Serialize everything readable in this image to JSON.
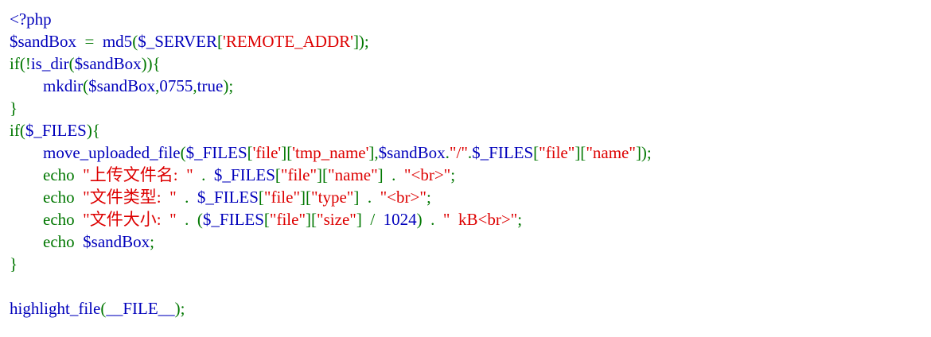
{
  "colors": {
    "default": "#0000bb",
    "keyword": "#007700",
    "string": "#dd0000",
    "background": "#ffffff"
  },
  "code": {
    "lines": [
      [
        {
          "text": "<?php",
          "kind": "default"
        }
      ],
      [
        {
          "text": "$sandBox",
          "kind": "default"
        },
        {
          "text": "  =  ",
          "kind": "keyword"
        },
        {
          "text": "md5",
          "kind": "default"
        },
        {
          "text": "(",
          "kind": "keyword"
        },
        {
          "text": "$_SERVER",
          "kind": "default"
        },
        {
          "text": "[",
          "kind": "keyword"
        },
        {
          "text": "'REMOTE_ADDR'",
          "kind": "string"
        },
        {
          "text": "]);",
          "kind": "keyword"
        }
      ],
      [
        {
          "text": "if(!",
          "kind": "keyword"
        },
        {
          "text": "is_dir",
          "kind": "default"
        },
        {
          "text": "(",
          "kind": "keyword"
        },
        {
          "text": "$sandBox",
          "kind": "default"
        },
        {
          "text": ")){",
          "kind": "keyword"
        }
      ],
      [
        {
          "text": "        ",
          "kind": "keyword"
        },
        {
          "text": "mkdir",
          "kind": "default"
        },
        {
          "text": "(",
          "kind": "keyword"
        },
        {
          "text": "$sandBox",
          "kind": "default"
        },
        {
          "text": ",",
          "kind": "keyword"
        },
        {
          "text": "0755",
          "kind": "default"
        },
        {
          "text": ",",
          "kind": "keyword"
        },
        {
          "text": "true",
          "kind": "default"
        },
        {
          "text": ");",
          "kind": "keyword"
        }
      ],
      [
        {
          "text": "}",
          "kind": "keyword"
        }
      ],
      [
        {
          "text": "if(",
          "kind": "keyword"
        },
        {
          "text": "$_FILES",
          "kind": "default"
        },
        {
          "text": "){",
          "kind": "keyword"
        }
      ],
      [
        {
          "text": "        ",
          "kind": "keyword"
        },
        {
          "text": "move_uploaded_file",
          "kind": "default"
        },
        {
          "text": "(",
          "kind": "keyword"
        },
        {
          "text": "$_FILES",
          "kind": "default"
        },
        {
          "text": "[",
          "kind": "keyword"
        },
        {
          "text": "'file'",
          "kind": "string"
        },
        {
          "text": "][",
          "kind": "keyword"
        },
        {
          "text": "'tmp_name'",
          "kind": "string"
        },
        {
          "text": "],",
          "kind": "keyword"
        },
        {
          "text": "$sandBox",
          "kind": "default"
        },
        {
          "text": ".",
          "kind": "keyword"
        },
        {
          "text": "\"/\"",
          "kind": "string"
        },
        {
          "text": ".",
          "kind": "keyword"
        },
        {
          "text": "$_FILES",
          "kind": "default"
        },
        {
          "text": "[",
          "kind": "keyword"
        },
        {
          "text": "\"file\"",
          "kind": "string"
        },
        {
          "text": "][",
          "kind": "keyword"
        },
        {
          "text": "\"name\"",
          "kind": "string"
        },
        {
          "text": "]);",
          "kind": "keyword"
        }
      ],
      [
        {
          "text": "        echo  ",
          "kind": "keyword"
        },
        {
          "text": "\"上传文件名:  \"",
          "kind": "string"
        },
        {
          "text": "  .  ",
          "kind": "keyword"
        },
        {
          "text": "$_FILES",
          "kind": "default"
        },
        {
          "text": "[",
          "kind": "keyword"
        },
        {
          "text": "\"file\"",
          "kind": "string"
        },
        {
          "text": "][",
          "kind": "keyword"
        },
        {
          "text": "\"name\"",
          "kind": "string"
        },
        {
          "text": "]  .  ",
          "kind": "keyword"
        },
        {
          "text": "\"<br>\"",
          "kind": "string"
        },
        {
          "text": ";",
          "kind": "keyword"
        }
      ],
      [
        {
          "text": "        echo  ",
          "kind": "keyword"
        },
        {
          "text": "\"文件类型:  \"",
          "kind": "string"
        },
        {
          "text": "  .  ",
          "kind": "keyword"
        },
        {
          "text": "$_FILES",
          "kind": "default"
        },
        {
          "text": "[",
          "kind": "keyword"
        },
        {
          "text": "\"file\"",
          "kind": "string"
        },
        {
          "text": "][",
          "kind": "keyword"
        },
        {
          "text": "\"type\"",
          "kind": "string"
        },
        {
          "text": "]  .  ",
          "kind": "keyword"
        },
        {
          "text": "\"<br>\"",
          "kind": "string"
        },
        {
          "text": ";",
          "kind": "keyword"
        }
      ],
      [
        {
          "text": "        echo  ",
          "kind": "keyword"
        },
        {
          "text": "\"文件大小:  \"",
          "kind": "string"
        },
        {
          "text": "  .  (",
          "kind": "keyword"
        },
        {
          "text": "$_FILES",
          "kind": "default"
        },
        {
          "text": "[",
          "kind": "keyword"
        },
        {
          "text": "\"file\"",
          "kind": "string"
        },
        {
          "text": "][",
          "kind": "keyword"
        },
        {
          "text": "\"size\"",
          "kind": "string"
        },
        {
          "text": "]  /  ",
          "kind": "keyword"
        },
        {
          "text": "1024",
          "kind": "default"
        },
        {
          "text": ")  .  ",
          "kind": "keyword"
        },
        {
          "text": "\"  kB<br>\"",
          "kind": "string"
        },
        {
          "text": ";",
          "kind": "keyword"
        }
      ],
      [
        {
          "text": "        echo  ",
          "kind": "keyword"
        },
        {
          "text": "$sandBox",
          "kind": "default"
        },
        {
          "text": ";",
          "kind": "keyword"
        }
      ],
      [
        {
          "text": "}",
          "kind": "keyword"
        }
      ],
      [],
      [
        {
          "text": "highlight_file",
          "kind": "default"
        },
        {
          "text": "(",
          "kind": "keyword"
        },
        {
          "text": "__FILE__",
          "kind": "default"
        },
        {
          "text": ");",
          "kind": "keyword"
        }
      ]
    ]
  }
}
